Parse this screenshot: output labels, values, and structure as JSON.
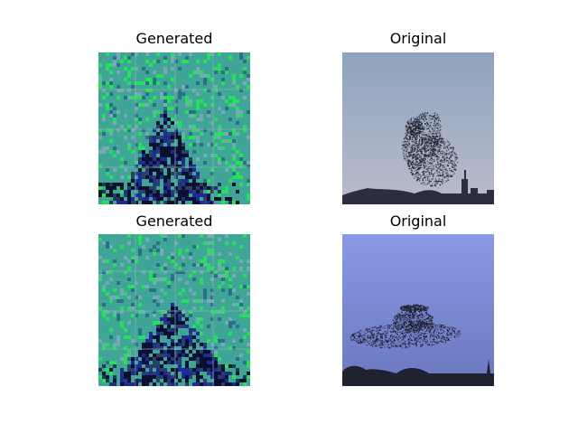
{
  "figure": {
    "panels": [
      {
        "title": "Generated",
        "kind": "generated",
        "variant": 1
      },
      {
        "title": "Original",
        "kind": "original",
        "variant": 1
      },
      {
        "title": "Generated",
        "kind": "generated",
        "variant": 2
      },
      {
        "title": "Original",
        "kind": "original",
        "variant": 2
      }
    ],
    "colors": {
      "generated_base": "#3fa596",
      "generated_noise_green": "#26e05a",
      "generated_noise_blue": "#1e2a9a",
      "original1_sky_top": "#8ea3bf",
      "original1_sky_bottom": "#b9bccb",
      "original2_sky_top": "#8a99e6",
      "original2_sky_bottom": "#6b78bf",
      "flock": "#1a1a26"
    }
  }
}
